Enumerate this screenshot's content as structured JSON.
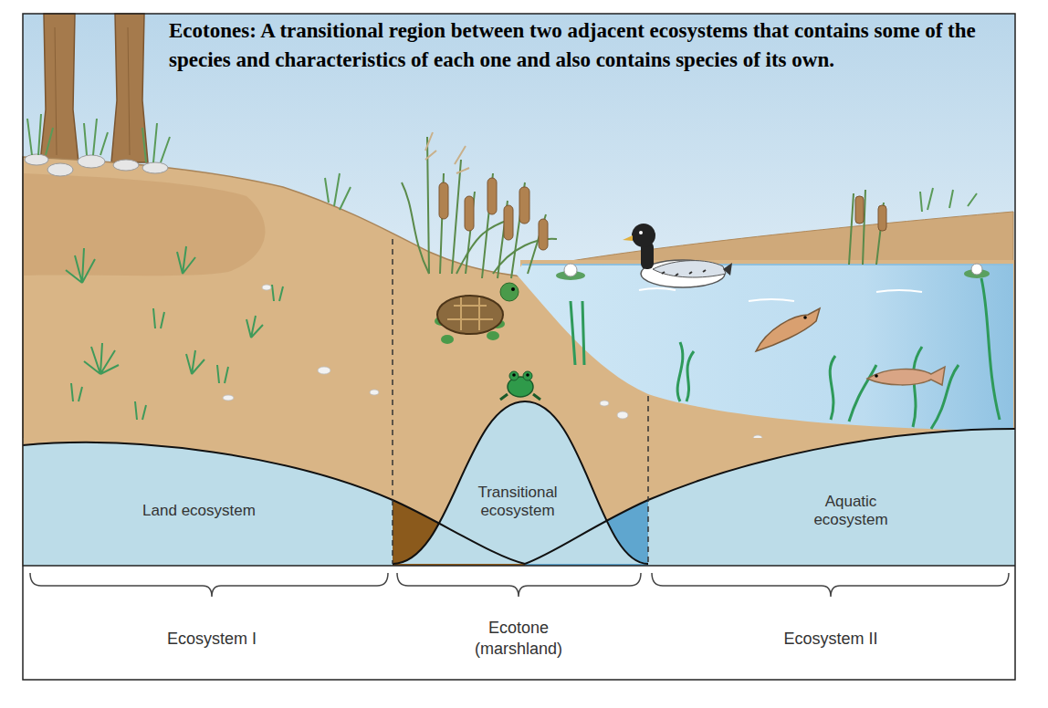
{
  "diagram": {
    "title": "Ecotones: A transitional region between two adjacent ecosystems that contains some of the species and characteristics of each one and also contains species of its own.",
    "nodes": [
      {
        "text": [
          "Land ecosystem"
        ]
      },
      {
        "text": [
          "Transitional ecosystem"
        ]
      },
      {
        "text": [
          "Aquatic ecosystem"
        ]
      }
    ],
    "labels": [
      "Ecosystem I",
      "Ecotone (marshland)",
      "Ecosystem II"
    ]
  }
}
